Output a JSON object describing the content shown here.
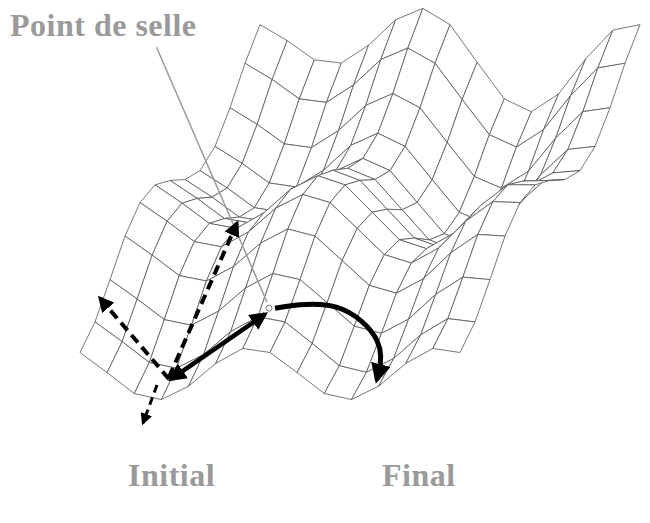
{
  "diagram": {
    "labels": [
      "Point de selle",
      "Initial",
      "Final"
    ]
  }
}
